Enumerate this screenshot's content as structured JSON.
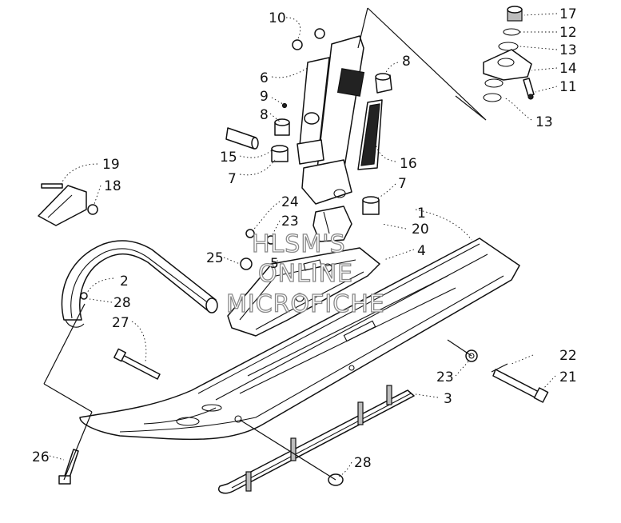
{
  "diagram": {
    "callouts": [
      "1",
      "2",
      "3",
      "4",
      "5",
      "6",
      "7",
      "7",
      "8",
      "8",
      "9",
      "10",
      "11",
      "12",
      "13",
      "13",
      "14",
      "15",
      "16",
      "17",
      "18",
      "19",
      "20",
      "21",
      "22",
      "23",
      "23",
      "24",
      "25",
      "26",
      "27",
      "28",
      "28"
    ]
  },
  "watermark": {
    "line1": "HLSM'S",
    "line2": "ONLINE",
    "line3": "MICROFICHE"
  },
  "colors": {
    "line": "#111111",
    "background": "#ffffff",
    "watermark_outline": "#888888"
  }
}
